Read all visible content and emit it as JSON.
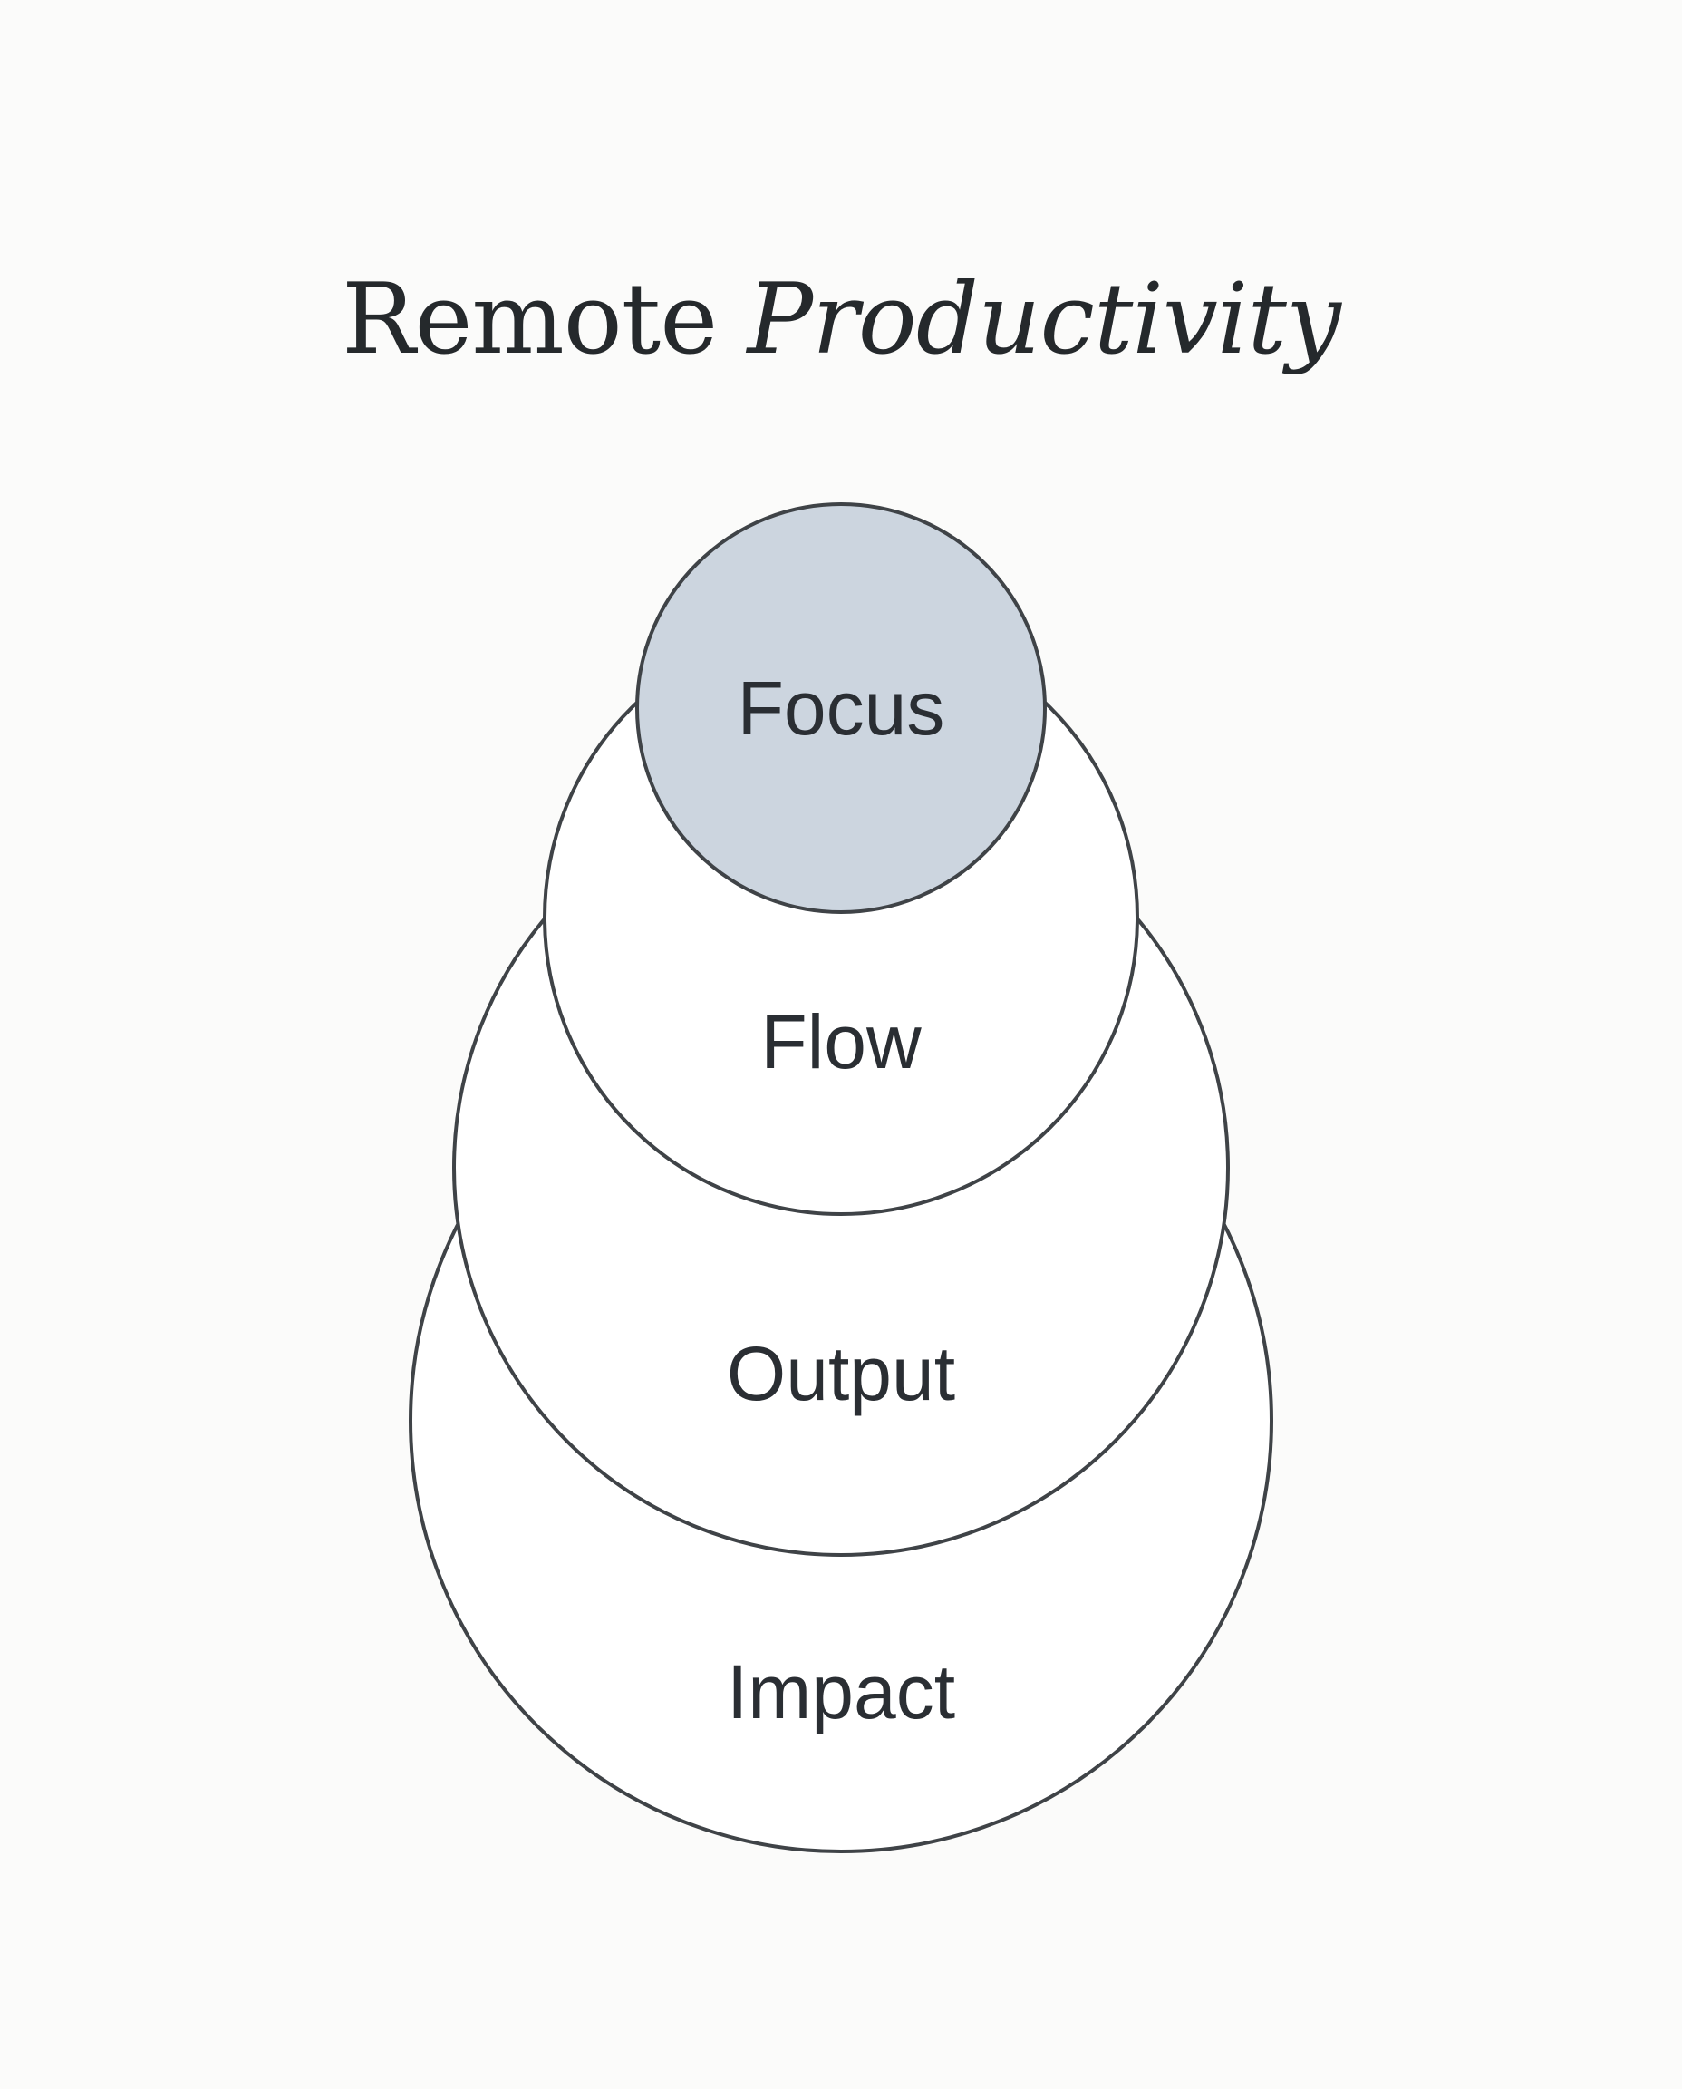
{
  "title": {
    "regular": "Remote",
    "italic": "Productivity"
  },
  "colors": {
    "stroke": "#3f4347",
    "highlight_fill": "#ccd5df",
    "fill": "#ffffff",
    "background": "#fbfbfa"
  },
  "layers": [
    {
      "label": "Focus",
      "highlighted": true
    },
    {
      "label": "Flow",
      "highlighted": false
    },
    {
      "label": "Output",
      "highlighted": false
    },
    {
      "label": "Impact",
      "highlighted": false
    }
  ]
}
